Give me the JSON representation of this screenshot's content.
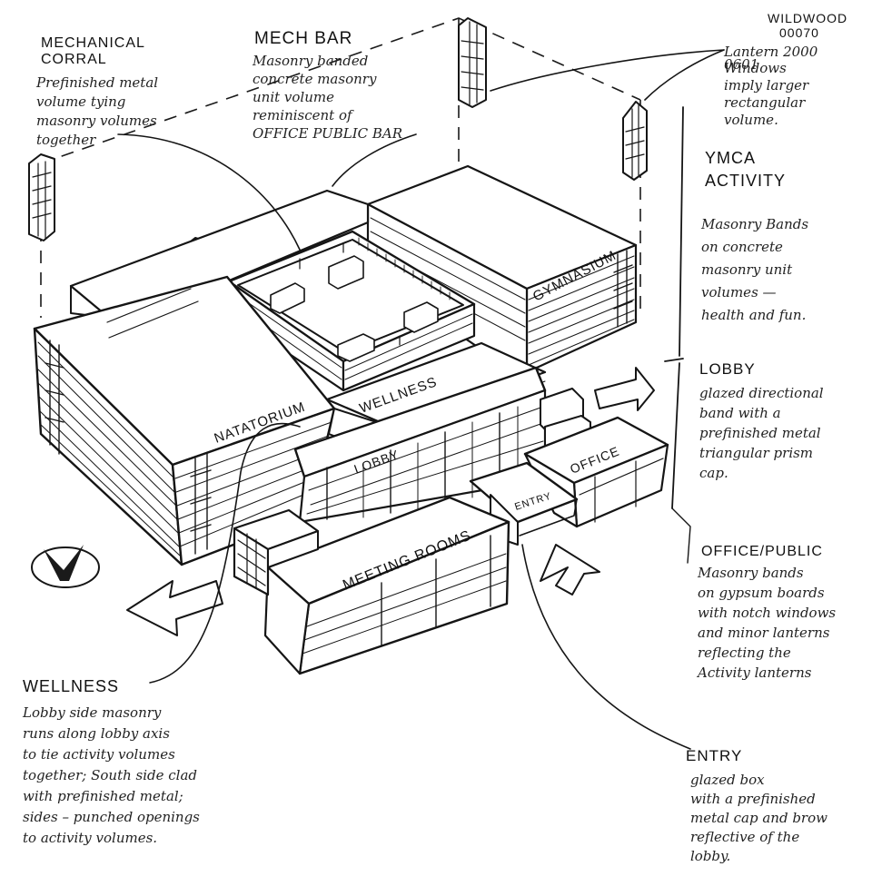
{
  "project": {
    "name": "WILDWOOD",
    "number": "00070"
  },
  "annotations": {
    "mechanical_corral": {
      "title": "MECHANICAL\nCORRAL",
      "body": "Prefinished metal\nvolume tying\nmasonry volumes\ntogether"
    },
    "mech_bar": {
      "title": "MECH BAR",
      "body": "Masonry banded\nconcrete masonry\nunit volume\nreminiscent of\nOFFICE PUBLIC BAR"
    },
    "lantern": {
      "code": "Lantern 2000\n0601",
      "body": "Windows\nimply larger\nrectangular\nvolume."
    },
    "ymca_activity": {
      "title": "YMCA\nACTIVITY",
      "body": "Masonry Bands\non concrete\nmasonry unit\nvolumes —\nhealth and fun."
    },
    "lobby": {
      "title": "LOBBY",
      "body": "glazed directional\nband with a\nprefinished metal\ntriangular prism\ncap."
    },
    "office_public": {
      "title": "OFFICE/PUBLIC",
      "body": "Masonry bands\non gypsum boards\nwith notch windows\nand minor lanterns\nreflecting the\nActivity lanterns"
    },
    "wellness": {
      "title": "WELLNESS",
      "body": "Lobby side masonry\nruns along lobby axis\nto tie activity volumes\ntogether; South side clad\nwith prefinished metal;\nsides – punched openings\nto activity volumes."
    },
    "entry": {
      "title": "ENTRY",
      "body": "glazed box\nwith a prefinished\nmetal cap and brow\nreflective of the\nlobby."
    }
  },
  "building_labels": {
    "gymnasium": "GYMNASIUM",
    "natatorium": "NATATORIUM",
    "wellness": "WELLNESS",
    "lobby": "LOBBY",
    "office": "OFFICE",
    "entry": "ENTRY",
    "meeting_rooms": "MEETING ROOMS"
  },
  "style": {
    "ink": "#151515",
    "paper": "#ffffff"
  }
}
